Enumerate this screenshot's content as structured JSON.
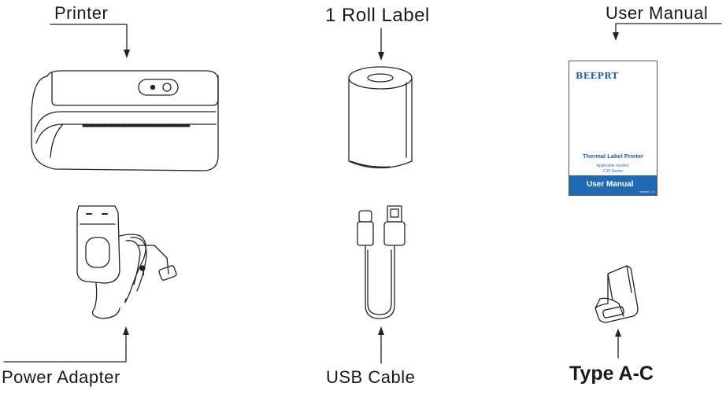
{
  "labels": {
    "printer": "Printer",
    "roll_label": "1 Roll Label",
    "user_manual": "User Manual",
    "power_adapter": "Power Adapter",
    "usb_cable": "USB Cable",
    "type_ac": "Type A-C"
  },
  "manual_cover": {
    "brand": "BEEPRT",
    "title": "Thermal Label Printer",
    "applicable_models": "Applicable models:",
    "series": "C10 Series",
    "band_title": "User Manual",
    "version": "Version: 1.0"
  },
  "colors": {
    "manual_blue": "#1f6ab3",
    "line": "#222222"
  }
}
